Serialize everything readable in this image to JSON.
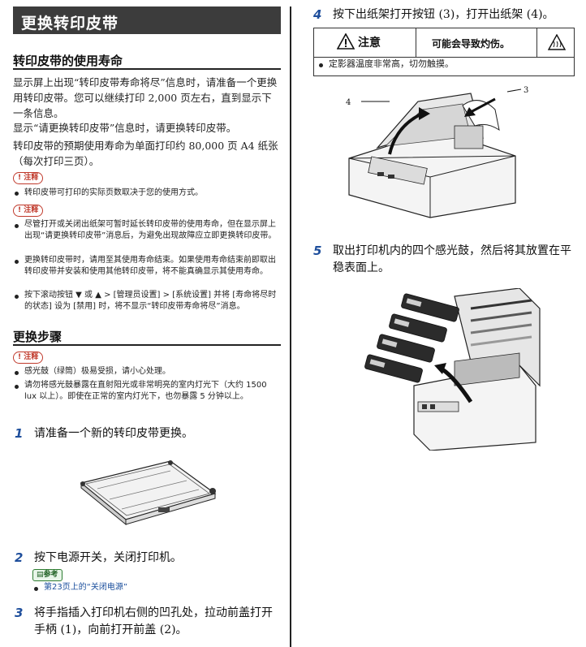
{
  "title": "更换转印皮带",
  "left": {
    "section1_heading": "转印皮带的使用寿命",
    "para1": "显示屏上出现“转印皮带寿命将尽”信息时，请准备一个更换用转印皮带。您可以继续打印 2,000 页左右，直到显示下一条信息。",
    "para2": "显示“请更换转印皮带”信息时，请更换转印皮带。",
    "para3": "转印皮带的预期使用寿命为单面打印约 80,000 页 A4 纸张（每次打印三页）。",
    "note_label": "注释",
    "note1_items": [
      "转印皮带可打印的实际页数取决于您的使用方式。"
    ],
    "note2_items": [
      "尽管打开或关闭出纸架可暂时延长转印皮带的使用寿命，但在显示屏上出现“请更换转印皮带”消息后，为避免出现故障应立即更换转印皮带。",
      "更换转印皮带时，请用至其使用寿命结束。如果使用寿命结束前即取出转印皮带并安装和使用其他转印皮带，将不能真确显示其使用寿命。",
      "按下滚动按钮 ▼ 或 ▲ > [管理员设置] > [系统设置] 并将 [寿命将尽时的状态] 设为 [禁用] 时，将不显示“转印皮带寿命将尽”消息。"
    ],
    "section2_heading": "更换步骤",
    "note3_items": [
      "感光鼓（绿筒）极易受损，请小心处理。",
      "请勿将感光鼓暴露在直射阳光或非常明亮的室内灯光下（大约 1500 lux 以上）。即使在正常的室内灯光下，也勿暴露 5 分钟以上。"
    ],
    "step1_num": "1",
    "step1_text": "请准备一个新的转印皮带更换。",
    "step2_num": "2",
    "step2_text": "按下电源开关，关闭打印机。",
    "ref_label": "参考",
    "ref_link": "第23页上的“关闭电源”",
    "step3_num": "3",
    "step3_text": "将手指插入打印机右侧的凹孔处，拉动前盖打开手柄 (1)，向前打开前盖 (2)。"
  },
  "right": {
    "step4_num": "4",
    "step4_text": "按下出纸架打开按钮 (3)，打开出纸架 (4)。",
    "caution_title": "注意",
    "caution_desc": "可能会导致灼伤。",
    "caution_item": "定影器温度非常高，切勿触摸。",
    "callout_3": "3",
    "callout_4": "4",
    "step5_num": "5",
    "step5_text": "取出打印机内的四个感光鼓，然后将其放置在平稳表面上。"
  }
}
